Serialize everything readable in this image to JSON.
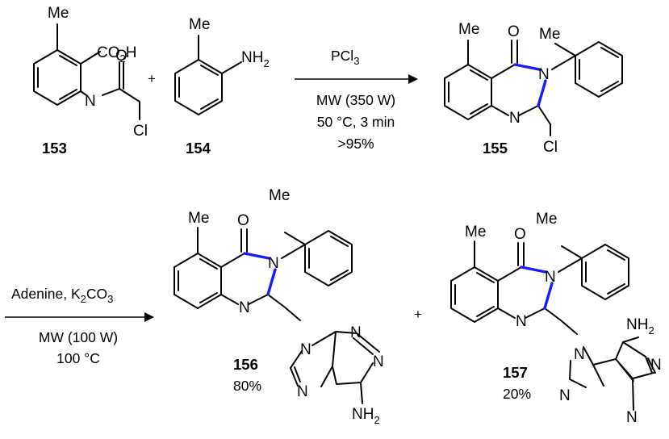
{
  "colors": {
    "new_bond": "#1a1aff",
    "ink": "#000000",
    "background": "#ffffff"
  },
  "compounds": {
    "c153": {
      "label": "153"
    },
    "c154": {
      "label": "154"
    },
    "c155": {
      "label": "155"
    },
    "c156": {
      "label": "156",
      "yield": "80%"
    },
    "c157": {
      "label": "157",
      "yield": "20%"
    }
  },
  "reactions": {
    "r1": {
      "reagent": "PCl",
      "reagent_sub": "3",
      "conditions": [
        "MW (350 W)",
        "50 °C, 3 min",
        ">95%"
      ]
    },
    "r2": {
      "reagent_parts": [
        "Adenine, K",
        "2",
        "CO",
        "3"
      ],
      "conditions": [
        "MW (100 W)",
        "100 °C"
      ]
    }
  },
  "symbols": {
    "plus": "+"
  },
  "atoms": {
    "me": "Me",
    "co2h": [
      "CO",
      "2",
      "H"
    ],
    "o": "O",
    "n": "N",
    "h": "H",
    "cl": "Cl",
    "nh2": [
      "NH",
      "2"
    ]
  }
}
